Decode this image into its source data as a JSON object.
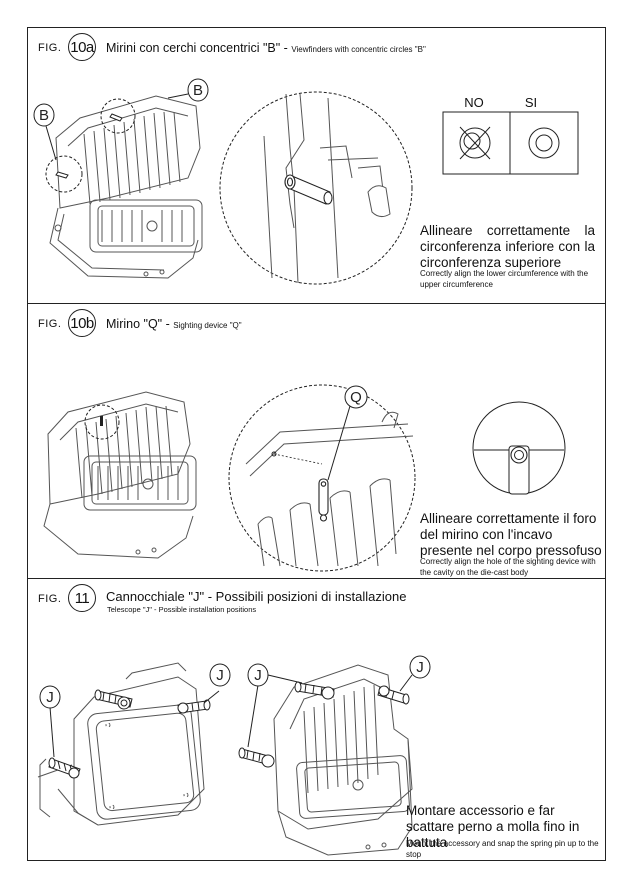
{
  "fig_word": "FIG.",
  "sections": {
    "a": {
      "num": "10a",
      "title": "Mirini con cerchi concentrici \"B\" -",
      "subtitle": "Viewfinders with concentric circles \"B\"",
      "callouts": [
        "B",
        "B"
      ],
      "compare_no": "NO",
      "compare_si": "SI",
      "note_it": "Allineare correttamente la circonferenza inferiore con la circonferenza superiore",
      "note_en": "Correctly align the lower circumference with the upper circumference"
    },
    "b": {
      "num": "10b",
      "title": "Mirino \"Q\" -",
      "subtitle": "Sighting device \"Q\"",
      "callouts": [
        "Q"
      ],
      "note_it": "Allineare correttamente il foro del mirino con l'incavo presente nel corpo pressofuso",
      "note_en": "Correctly align the hole of the sighting device with the cavity on the die-cast body"
    },
    "c": {
      "num": "11",
      "title": "Cannocchiale \"J\" - Possibili posizioni di installazione",
      "subtitle": "Telescope \"J\" - Possible installation positions",
      "callouts": [
        "J",
        "J",
        "J",
        "J"
      ],
      "note_it": "Montare accessorio e far scattare perno a molla fino in battuta",
      "note_en": "Mount the accessory and snap the spring pin up to the stop"
    }
  }
}
